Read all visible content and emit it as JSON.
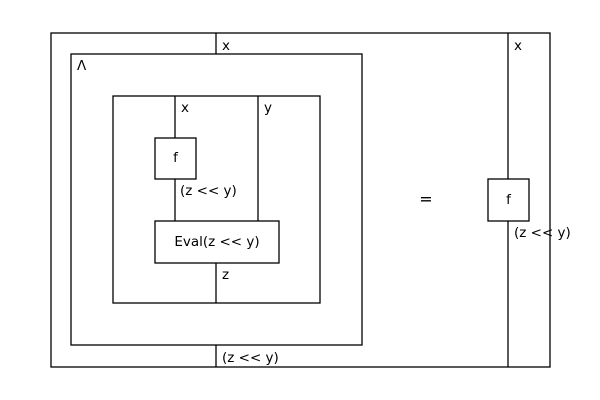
{
  "diagram": {
    "left": {
      "outer_input_label": "x",
      "lambda_label": "Λ",
      "inner_input_x_label": "x",
      "inner_input_y_label": "y",
      "f_box_label": "f",
      "f_output_label": "(z << y)",
      "eval_box_label": "Eval(z << y)",
      "eval_output_label": "z",
      "outer_output_label": "(z << y)"
    },
    "equals_sign": "=",
    "right": {
      "input_label": "x",
      "f_box_label": "f",
      "output_label": "(z << y)"
    }
  }
}
